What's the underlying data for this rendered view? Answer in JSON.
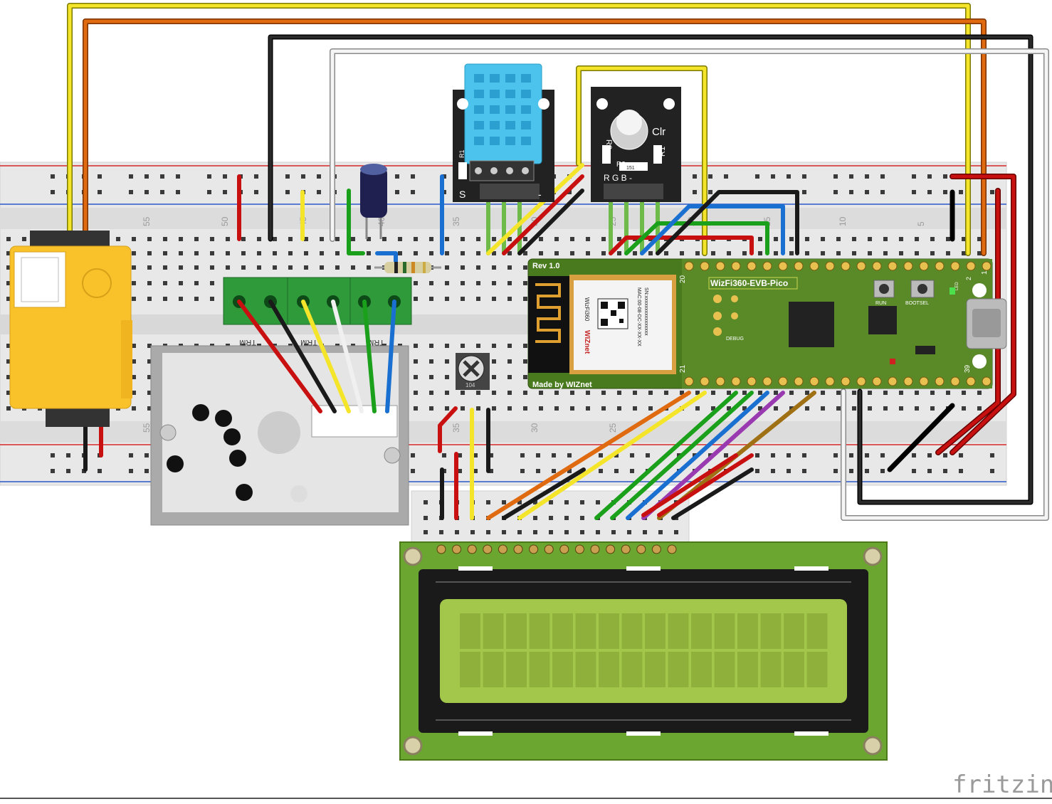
{
  "colors": {
    "breadboard": "#e6e6e6",
    "rail_red": "#d62828",
    "rail_blue": "#2b58c8",
    "pcb_green": "#4a7a1e",
    "lcd_board": "#6aa630",
    "lcd_screen": "#a3c74a",
    "sensor_yellow": "#f9c22a",
    "wire_yellow": "#f5e52a",
    "wire_orange": "#e06a10",
    "wire_black": "#1a1a1a",
    "wire_white": "#d0d0d0",
    "wire_red": "#c81010",
    "wire_green": "#1aa01a",
    "wire_blue": "#1a70d0",
    "wire_purple": "#9a3ab0",
    "wire_brown": "#a07015",
    "wire_lightgreen": "#6fbb4a"
  },
  "breadboard": {
    "column_numbers": [
      "55",
      "50",
      "45",
      "40",
      "35",
      "30",
      "25",
      "20",
      "15",
      "10",
      "5"
    ],
    "lower_column_numbers": [
      "55",
      "35",
      "30",
      "25"
    ]
  },
  "pico": {
    "name": "WizFi360-EVB-Pico",
    "rev": "Rev 1.0",
    "maker": "Made by WIZnet",
    "module_model": "WizFi360",
    "module_brand": "WIZnet",
    "module_mac": "MAC:00-08-DC-XX-XX-XX",
    "module_sn": "SN:xxxxxxxxxxxxxxxx",
    "btn_run": "RUN",
    "btn_bootsel": "BOOTSEL",
    "debug_label": "DEBUG",
    "led_label": "LED",
    "pin_20": "20",
    "pin_21": "21",
    "pin_1": "1",
    "pin_2": "2",
    "pin_39": "39"
  },
  "dht_module": {
    "label_s": "S",
    "label_r1": "R1",
    "label_minus": "-"
  },
  "rgb_module": {
    "label_r3": "R3",
    "label_r1": "R1",
    "label_r2": "R2",
    "label_clr": "Clr",
    "label_151": "151",
    "pin_labels": "R  G  B  -"
  },
  "dust_sensor": {
    "terminal_labels": [
      "TRM",
      "TRM",
      "TRM"
    ]
  },
  "potentiometer": {
    "label": "104"
  },
  "footer": {
    "brand": "fritzing"
  }
}
